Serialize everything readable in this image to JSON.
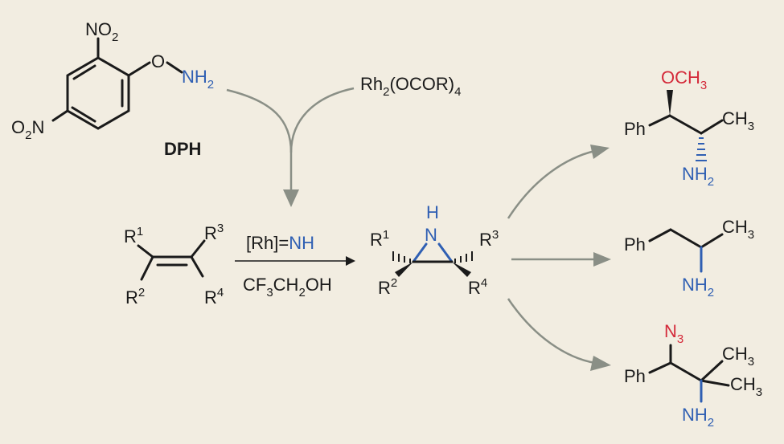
{
  "dph": {
    "no2_top_group": "NO",
    "no2_top_sub": "2",
    "no2_left_prefix": "O",
    "no2_left_sub": "2",
    "no2_left_suffix": "N",
    "oxygen": "O",
    "nh2_group": "NH",
    "nh2_sub": "2",
    "name": "DPH"
  },
  "catalyst": {
    "prefix": "Rh",
    "sub1": "2",
    "mid": "(OCOR)",
    "sub2": "4"
  },
  "alkene": {
    "r1": "R",
    "r1_sup": "1",
    "r2": "R",
    "r2_sup": "2",
    "r3": "R",
    "r3_sup": "3",
    "r4": "R",
    "r4_sup": "4"
  },
  "conditions": {
    "reagent_prefix": "[Rh]=",
    "reagent_nh": "NH",
    "solvent_a": "CF",
    "solvent_sub1": "3",
    "solvent_b": "CH",
    "solvent_sub2": "2",
    "solvent_c": "OH"
  },
  "aziridine": {
    "nh": "H",
    "n": "N",
    "r1": "R",
    "r1_sup": "1",
    "r2": "R",
    "r2_sup": "2",
    "r3": "R",
    "r3_sup": "3",
    "r4": "R",
    "r4_sup": "4"
  },
  "products": {
    "p1": {
      "och3": "OCH",
      "och3_sub": "3",
      "ph": "Ph",
      "ch3": "CH",
      "ch3_sub": "3",
      "nh2": "NH",
      "nh2_sub": "2"
    },
    "p2": {
      "ph": "Ph",
      "ch3": "CH",
      "ch3_sub": "3",
      "nh2": "NH",
      "nh2_sub": "2"
    },
    "p3": {
      "n3": "N",
      "n3_sub": "3",
      "ph": "Ph",
      "ch3a": "CH",
      "ch3a_sub": "3",
      "ch3b": "CH",
      "ch3b_sub": "3",
      "nh2": "NH",
      "nh2_sub": "2"
    }
  },
  "colors": {
    "background": "#f2ede1",
    "nitrogen_blue": "#2f5fb3",
    "oxygen_red": "#d42a3a",
    "arrow_gray": "#8a8f86"
  }
}
